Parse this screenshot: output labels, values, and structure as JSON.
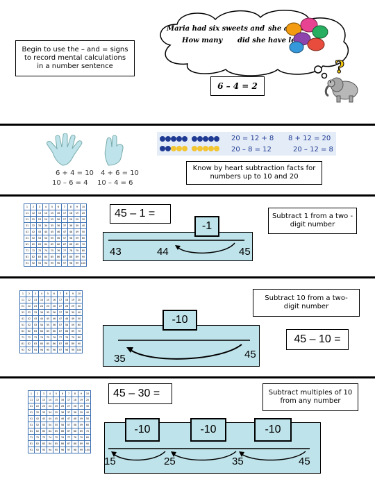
{
  "section1": {
    "intro": "Begin to use the – and = signs to record mental calculations in a number sentence",
    "cloud_line1a": "Maria had six sweets and",
    "cloud_line1b": "she ate four.",
    "cloud_line2a": "How many",
    "cloud_line2b": "did she have left?",
    "question_mark": "?",
    "sentence": "6 – 4 = 2"
  },
  "section2": {
    "hand_eq1": "6 + 4 = 10",
    "hand_eq2": "10 – 6 = 4",
    "fist_eq1": "4 + 6 = 10",
    "fist_eq2": "10 – 4 = 6",
    "facts": [
      "20 = 12 + 8",
      "8 + 12 = 20",
      "20 – 8 = 12",
      "20 – 12 = 8"
    ],
    "caption": "Know by heart subtraction facts for numbers up to 10 and 20"
  },
  "section3": {
    "equation": "45 – 1 =",
    "caption": "Subtract 1 from a two -digit number",
    "op": "-1",
    "labels": [
      "43",
      "44",
      "45"
    ]
  },
  "section4": {
    "caption": "Subtract 10 from a two-digit number",
    "op": "-10",
    "equation": "45 – 10 =",
    "labels": [
      "35",
      "45"
    ]
  },
  "section5": {
    "equation": "45 – 30 =",
    "caption": "Subtract multiples of 10 from any number",
    "ops": [
      "-10",
      "-10",
      "-10"
    ],
    "labels": [
      "15",
      "25",
      "35",
      "45"
    ]
  },
  "colors": {
    "teal": "#bfe3ea",
    "grid_blue": "#3a6fb0",
    "bead_blue": "#1f3a93",
    "bead_yellow": "#f2c531",
    "facts_bg": "#e4ecf7"
  }
}
